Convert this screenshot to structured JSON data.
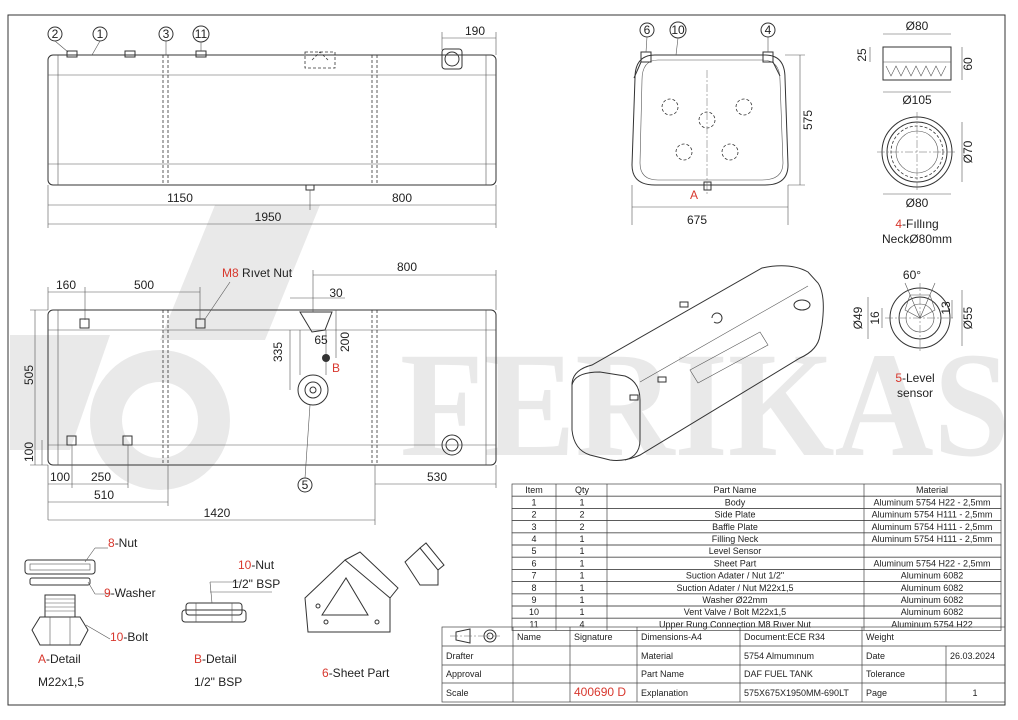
{
  "watermark": {
    "text": "FERIKAS"
  },
  "dimensions": {
    "top_view": [
      "190",
      "1150",
      "800",
      "1950"
    ],
    "front_view": [
      "575",
      "675"
    ],
    "plan_view": [
      "800",
      "160",
      "500",
      "30",
      "335",
      "65",
      "200",
      "505",
      "100",
      "100",
      "250",
      "510",
      "530",
      "1420"
    ],
    "neck": [
      "Ø80",
      "25",
      "60",
      "Ø105",
      "Ø70",
      "Ø80"
    ],
    "sensor": [
      "60°",
      "Ø49",
      "16",
      "13",
      "Ø55"
    ]
  },
  "balloons": {
    "b1": "1",
    "b2": "2",
    "b3": "3",
    "b11": "11",
    "b6": "6",
    "b10": "10",
    "b4": "4",
    "b5": "5"
  },
  "markers": {
    "a": "A",
    "b": "B"
  },
  "notes": {
    "rivet_num": "M8",
    "rivet_text": " Rıvet Nut"
  },
  "captions": {
    "filling_num": "4",
    "filling_text": "-Fıllıng",
    "filling_line2": "NeckØ80mm",
    "level_num": "5",
    "level_text": "-Level",
    "level_line2": "sensor",
    "a_letter": "A",
    "a_text": "-Detail",
    "a_spec": "M22x1,5",
    "b_letter": "B",
    "b_text": "-Detail",
    "b_spec": "1/2\" BSP",
    "sheet_num": "6",
    "sheet_text": "-Sheet Part"
  },
  "callouts": {
    "nut_num": "8",
    "nut_text": "-Nut",
    "washer_num": "9",
    "washer_text": "-Washer",
    "bolt_num": "10",
    "bolt_text": "-Bolt",
    "bnut_num": "10",
    "bnut_text": "-Nut",
    "bsp": "1/2\" BSP"
  },
  "bom": {
    "headers": [
      "Item",
      "Qty",
      "Part Name",
      "Material"
    ],
    "rows": [
      [
        "1",
        "1",
        "Body",
        "Aluminum 5754 H22 - 2,5mm"
      ],
      [
        "2",
        "2",
        "Side Plate",
        "Aluminum 5754 H111 - 2,5mm"
      ],
      [
        "3",
        "2",
        "Baffle Plate",
        "Aluminum 5754 H111 - 2,5mm"
      ],
      [
        "4",
        "1",
        "Filling Neck",
        "Aluminum 5754 H111 - 2,5mm"
      ],
      [
        "5",
        "1",
        "Level Sensor",
        ""
      ],
      [
        "6",
        "1",
        "Sheet Part",
        "Aluminum 5754 H22 - 2,5mm"
      ],
      [
        "7",
        "1",
        "Suction Adater / Nut 1/2\"",
        "Aluminum 6082"
      ],
      [
        "8",
        "1",
        "Suction Adater / Nut M22x1,5",
        "Aluminum 6082"
      ],
      [
        "9",
        "1",
        "Washer Ø22mm",
        "Aluminum 6082"
      ],
      [
        "10",
        "1",
        "Vent Valve / Bolt M22x1,5",
        "Aluminum 6082"
      ],
      [
        "11",
        "4",
        "Upper Rung Connection M8 Rıver Nut",
        "Aluminum 5754 H22"
      ]
    ]
  },
  "title_block": {
    "name": "Name",
    "signature": "Signature",
    "dimensions": "Dimensions-A4",
    "document": "Document:ECE R34",
    "weight": "Weight",
    "drafter": "Drafter",
    "material_label": "Material",
    "material_value": "5754 Almumınum",
    "date_label": "Date",
    "date_value": "26.03.2024",
    "approval": "Approval",
    "part_name_label": "Part Name",
    "part_name_value": "DAF FUEL TANK",
    "tolerance": "Tolerance",
    "scale": "Scale",
    "code": "400690 D",
    "explanation": "Explanation",
    "explanation_value": "575X675X1950MM-690LT",
    "page_label": "Page",
    "page_value": "1"
  },
  "colors": {
    "accent": "#d8382e",
    "line": "#333333",
    "watermark": "#e9e9e9"
  }
}
